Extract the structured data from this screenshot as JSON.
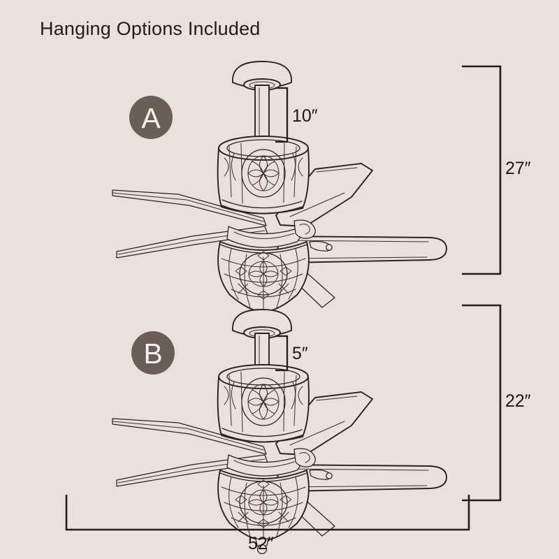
{
  "page": {
    "title": "Hanging Options Included",
    "background_color": "#eae0dc",
    "line_color": "#2b2220",
    "badge_color": "#6b5e57",
    "badge_text_color": "#f6f1ee"
  },
  "options": [
    {
      "id": "A",
      "badge_label": "A",
      "downrod_label": "10″",
      "downrod_inches": 10,
      "total_height_label": "27″",
      "total_height_inches": 27
    },
    {
      "id": "B",
      "badge_label": "B",
      "downrod_label": "5″",
      "downrod_inches": 5,
      "total_height_label": "22″",
      "total_height_inches": 22
    }
  ],
  "dimensions": {
    "width_label": "52″",
    "width_inches": 52,
    "height_a_label": "27″",
    "height_b_label": "22″",
    "downrod_a_label": "10″",
    "downrod_b_label": "5″",
    "unit": "inches"
  },
  "product": {
    "type": "ceiling-fan",
    "blade_count": 5,
    "shade_style": "tiffany-stained-glass-bowl",
    "housing_style": "ornate-filigree-drum"
  }
}
